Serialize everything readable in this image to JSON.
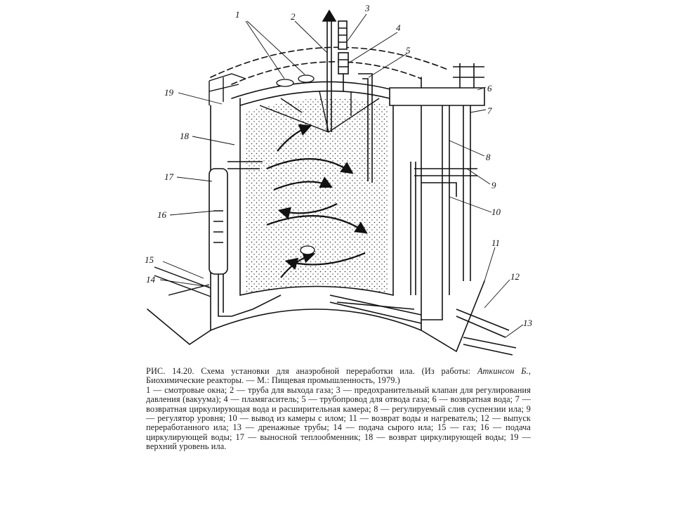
{
  "figure": {
    "callouts": [
      "1",
      "2",
      "3",
      "4",
      "5",
      "6",
      "7",
      "8",
      "9",
      "10",
      "11",
      "12",
      "13",
      "14",
      "15",
      "16",
      "17",
      "18",
      "19"
    ]
  },
  "caption": {
    "title": "РИС. 14.20. Схема установки для анаэробной переработки ила. (Из работы:",
    "source_author": "Аткинсон Б.,",
    "source_rest": "Биохимические реакторы. — М.: Пищевая промышленность, 1979.)",
    "legend": "1 — смотровые окна; 2 — труба для выхода газа; 3 — предохранительный клапан для регулирования давления (вакуума); 4 — пламягаситель; 5 — трубопровод для отвода газа; 6 — возвратная вода; 7 — возвратная циркулирующая вода и расширительная камера; 8 — регулируемый слив суспензии ила; 9 — регулятор уровня; 10 — вывод из камеры с илом; 11 — возврат воды и нагреватель; 12 — выпуск переработанного ила; 13 — дренажные трубы; 14 — подача сырого ила; 15 — газ; 16 — подача циркулирующей воды; 17 — выносной теплообменник; 18 — возврат циркулирующей воды; 19 — верхний уровень ила."
  }
}
